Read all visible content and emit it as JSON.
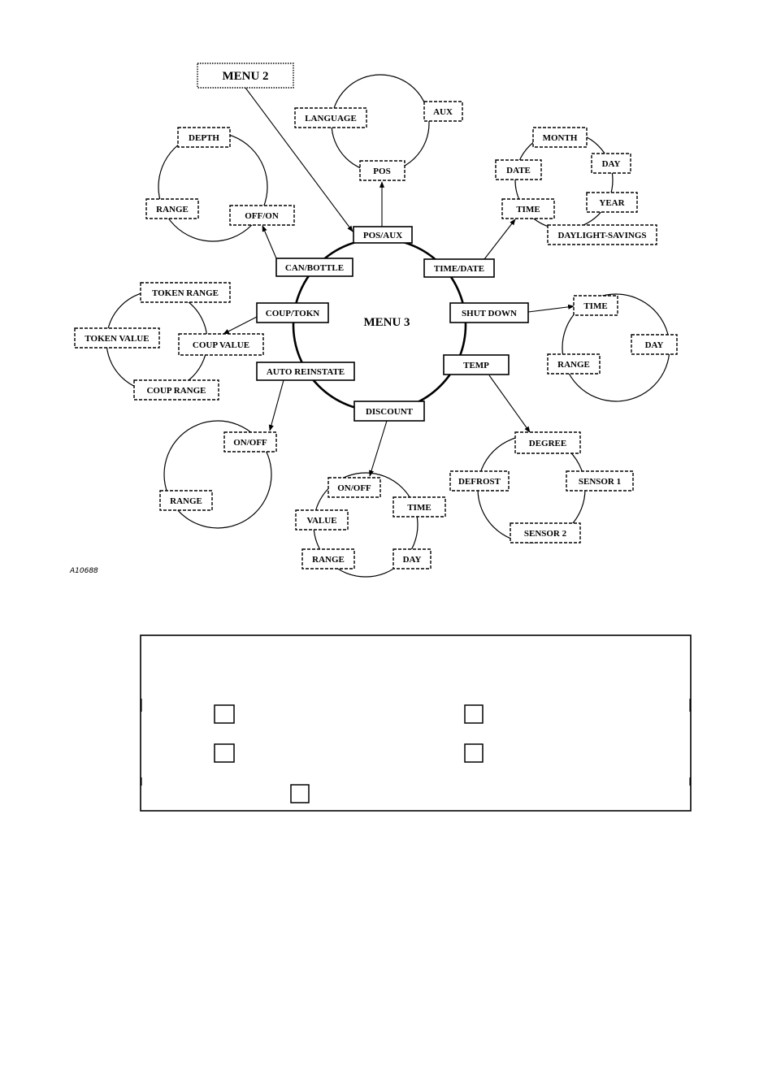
{
  "figure_id": "A10688",
  "center": {
    "label": "MENU 3"
  },
  "entry": {
    "label": "MENU 2"
  },
  "menu_items": {
    "pos_aux": "POS/AUX",
    "time_date": "TIME/DATE",
    "shut_down": "SHUT DOWN",
    "temp": "TEMP",
    "discount": "DISCOUNT",
    "auto_reinstate": "AUTO REINSTATE",
    "coup_tokn": "COUP/TOKN",
    "can_bottle": "CAN/BOTTLE"
  },
  "sub_menus": {
    "pos_aux": {
      "pos": "POS",
      "language": "LANGUAGE",
      "aux": "AUX"
    },
    "time_date": {
      "time": "TIME",
      "date": "DATE",
      "month": "MONTH",
      "day": "DAY",
      "year": "YEAR",
      "daylight_savings": "DAYLIGHT-SAVINGS"
    },
    "shut_down": {
      "time": "TIME",
      "day": "DAY",
      "range": "RANGE"
    },
    "temp": {
      "degree": "DEGREE",
      "sensor1": "SENSOR 1",
      "sensor2": "SENSOR 2",
      "defrost": "DEFROST"
    },
    "discount": {
      "on_off": "ON/OFF",
      "time": "TIME",
      "day": "DAY",
      "range": "RANGE",
      "value": "VALUE"
    },
    "auto_reinstate": {
      "on_off": "ON/OFF",
      "range": "RANGE"
    },
    "coup_tokn": {
      "coup_value": "COUP VALUE",
      "token_value": "TOKEN VALUE",
      "token_range": "TOKEN RANGE",
      "coup_range": "COUP RANGE"
    },
    "can_bottle": {
      "off_on": "OFF/ON",
      "range": "RANGE",
      "depth": "DEPTH"
    }
  }
}
